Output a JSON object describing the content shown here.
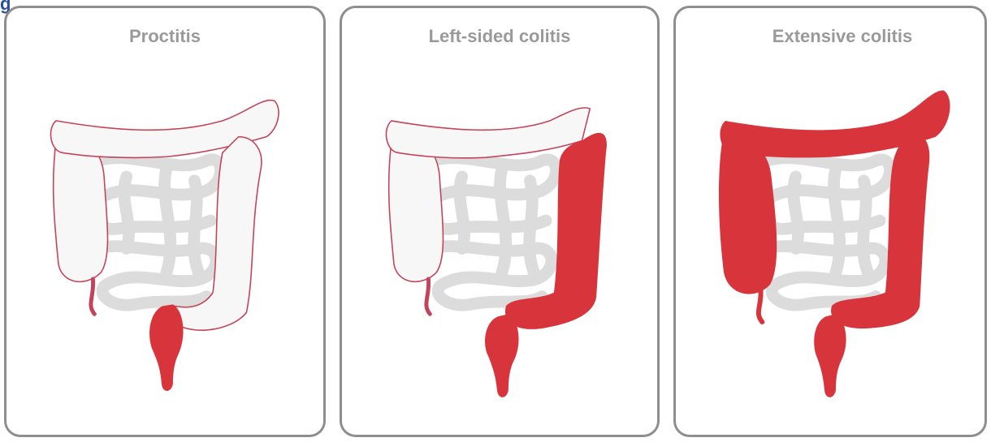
{
  "figure": {
    "corner_mark": "g"
  },
  "panels": [
    {
      "title": "Proctitis"
    },
    {
      "title": "Left-sided colitis"
    },
    {
      "title": "Extensive colitis"
    }
  ],
  "colors": {
    "inflamed": "#d8343c",
    "healthy": "#f7f7f7",
    "outline": "#c4435a",
    "small_intestine": "#dedede",
    "panel_border": "#8e8e8e",
    "title_text": "#9a9a9a"
  }
}
